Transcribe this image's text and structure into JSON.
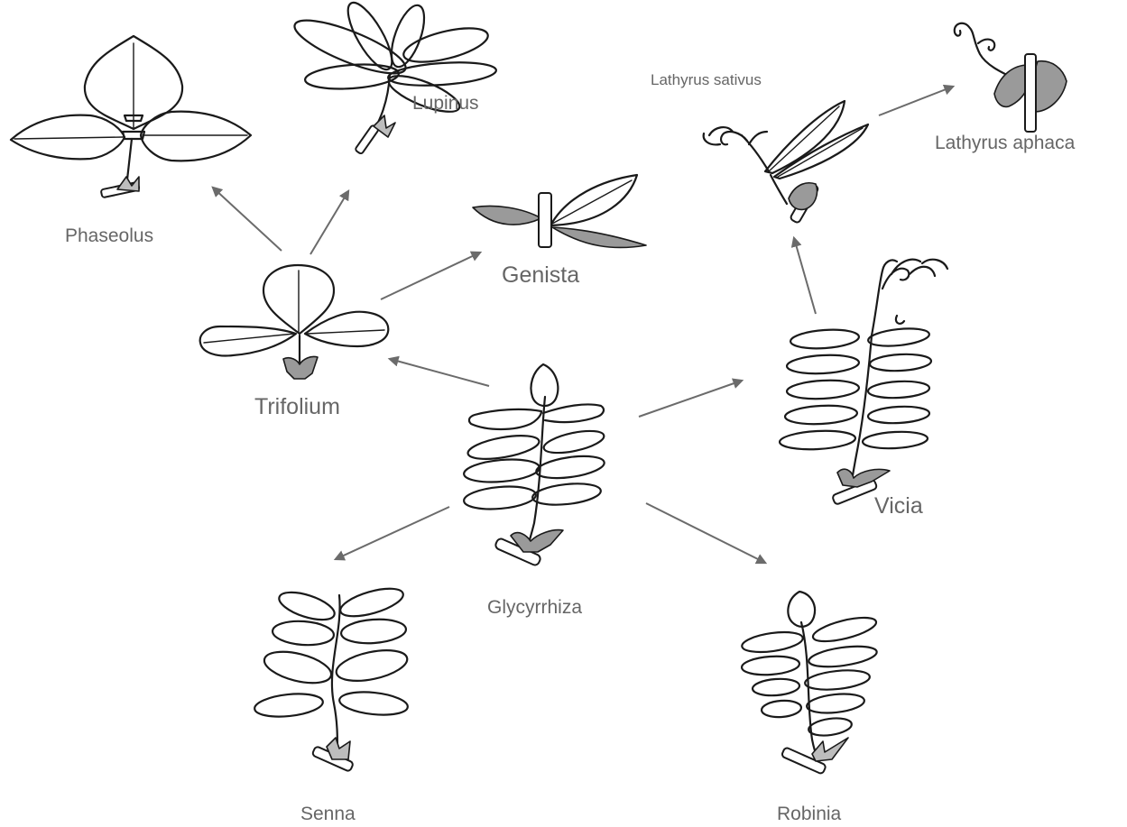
{
  "labels": {
    "phaseolus": "Phaseolus",
    "lupinus": "Lupinus",
    "genista": "Genista",
    "trifolium": "Trifolium",
    "lathyrus_sativus": "Lathyrus sativus",
    "lathyrus_aphaca": "Lathyrus aphaca",
    "vicia": "Vicia",
    "glycyrrhiza": "Glycyrrhiza",
    "senna": "Senna",
    "robinia": "Robinia"
  },
  "colors": {
    "label": "#666666",
    "arrow": "#6b6b6b",
    "line": "#1a1a1a"
  },
  "icons": [
    "phaseolus-leaf-icon",
    "lupinus-leaf-icon",
    "genista-leaf-icon",
    "trifolium-leaf-icon",
    "lathyrus-sativus-leaf-icon",
    "lathyrus-aphaca-leaf-icon",
    "vicia-leaf-icon",
    "glycyrrhiza-leaf-icon",
    "senna-leaf-icon",
    "robinia-leaf-icon"
  ]
}
